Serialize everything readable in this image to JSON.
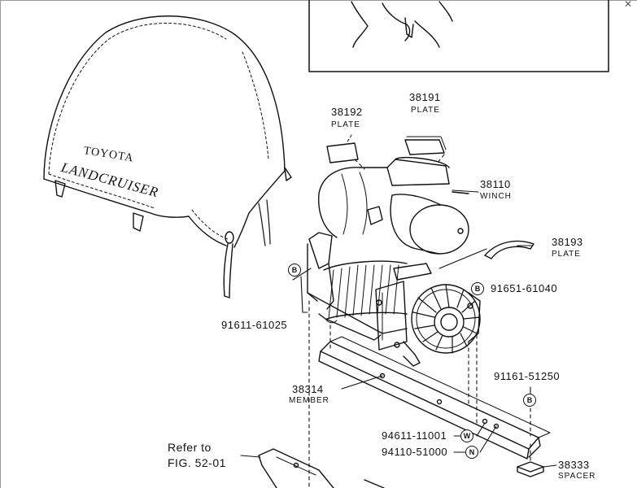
{
  "window": {
    "close_label": "✕"
  },
  "cover": {
    "brand": "TOYOTA",
    "model": "LANDCRUISER"
  },
  "parts": [
    {
      "number": "38192",
      "name": "PLATE"
    },
    {
      "number": "38191",
      "name": "PLATE"
    },
    {
      "number": "38110",
      "name": "WINCH"
    },
    {
      "number": "38193",
      "name": "PLATE"
    },
    {
      "number": "91651-61040",
      "symbol": "B"
    },
    {
      "number": "91611-61025",
      "symbol": "B"
    },
    {
      "number": "38314",
      "name": "MEMBER"
    },
    {
      "number": "91161-51250",
      "symbol": "B"
    },
    {
      "number": "94611-11001",
      "symbol": "W"
    },
    {
      "number": "94110-51000",
      "symbol": "N"
    },
    {
      "number": "38333",
      "name": "SPACER"
    }
  ],
  "reference": {
    "line1": "Refer to",
    "line2": "FIG. 52-01"
  }
}
